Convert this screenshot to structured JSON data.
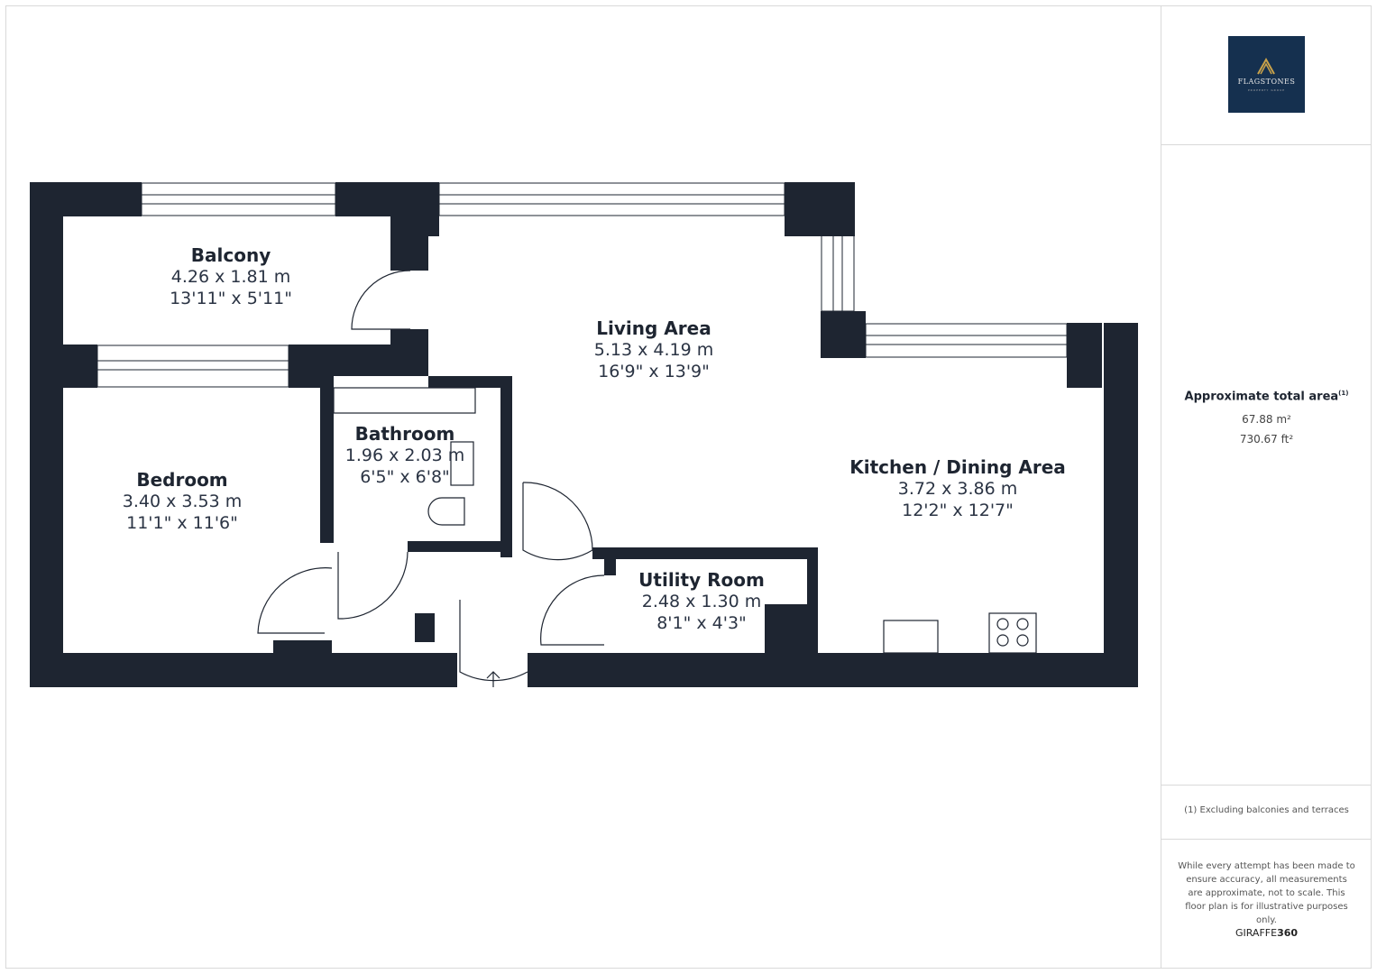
{
  "rooms": [
    {
      "name": "Balcony",
      "metric": "4.26 x 1.81 m",
      "imperial": "13'11\" x 5'11\""
    },
    {
      "name": "Living Area",
      "metric": "5.13 x 4.19 m",
      "imperial": "16'9\" x 13'9\""
    },
    {
      "name": "Bathroom",
      "metric": "1.96 x 2.03 m",
      "imperial": "6'5\" x 6'8\""
    },
    {
      "name": "Bedroom",
      "metric": "3.40 x 3.53 m",
      "imperial": "11'1\" x 11'6\""
    },
    {
      "name": "Kitchen / Dining Area",
      "metric": "3.72 x 3.86 m",
      "imperial": "12'2\" x 12'7\""
    },
    {
      "name": "Utility Room",
      "metric": "2.48 x 1.30 m",
      "imperial": "8'1\" x 4'3\""
    }
  ],
  "logo": {
    "name": "FLAGSTONES",
    "tagline": "PROPERTY GROUP",
    "bg": "#15304f",
    "accent": "#c9a24a"
  },
  "summary": {
    "title": "Approximate total area",
    "footnote_mark": "(1)",
    "metric": "67.88 m²",
    "imperial": "730.67 ft²"
  },
  "footnote": "(1) Excluding balconies and terraces",
  "disclaimer": "While every attempt has been made to ensure accuracy, all measurements are approximate, not to scale. This floor plan is for illustrative purposes only.",
  "brand": {
    "light": "GIRAFFE",
    "bold": "360"
  },
  "colors": {
    "wall": "#1e2531"
  }
}
